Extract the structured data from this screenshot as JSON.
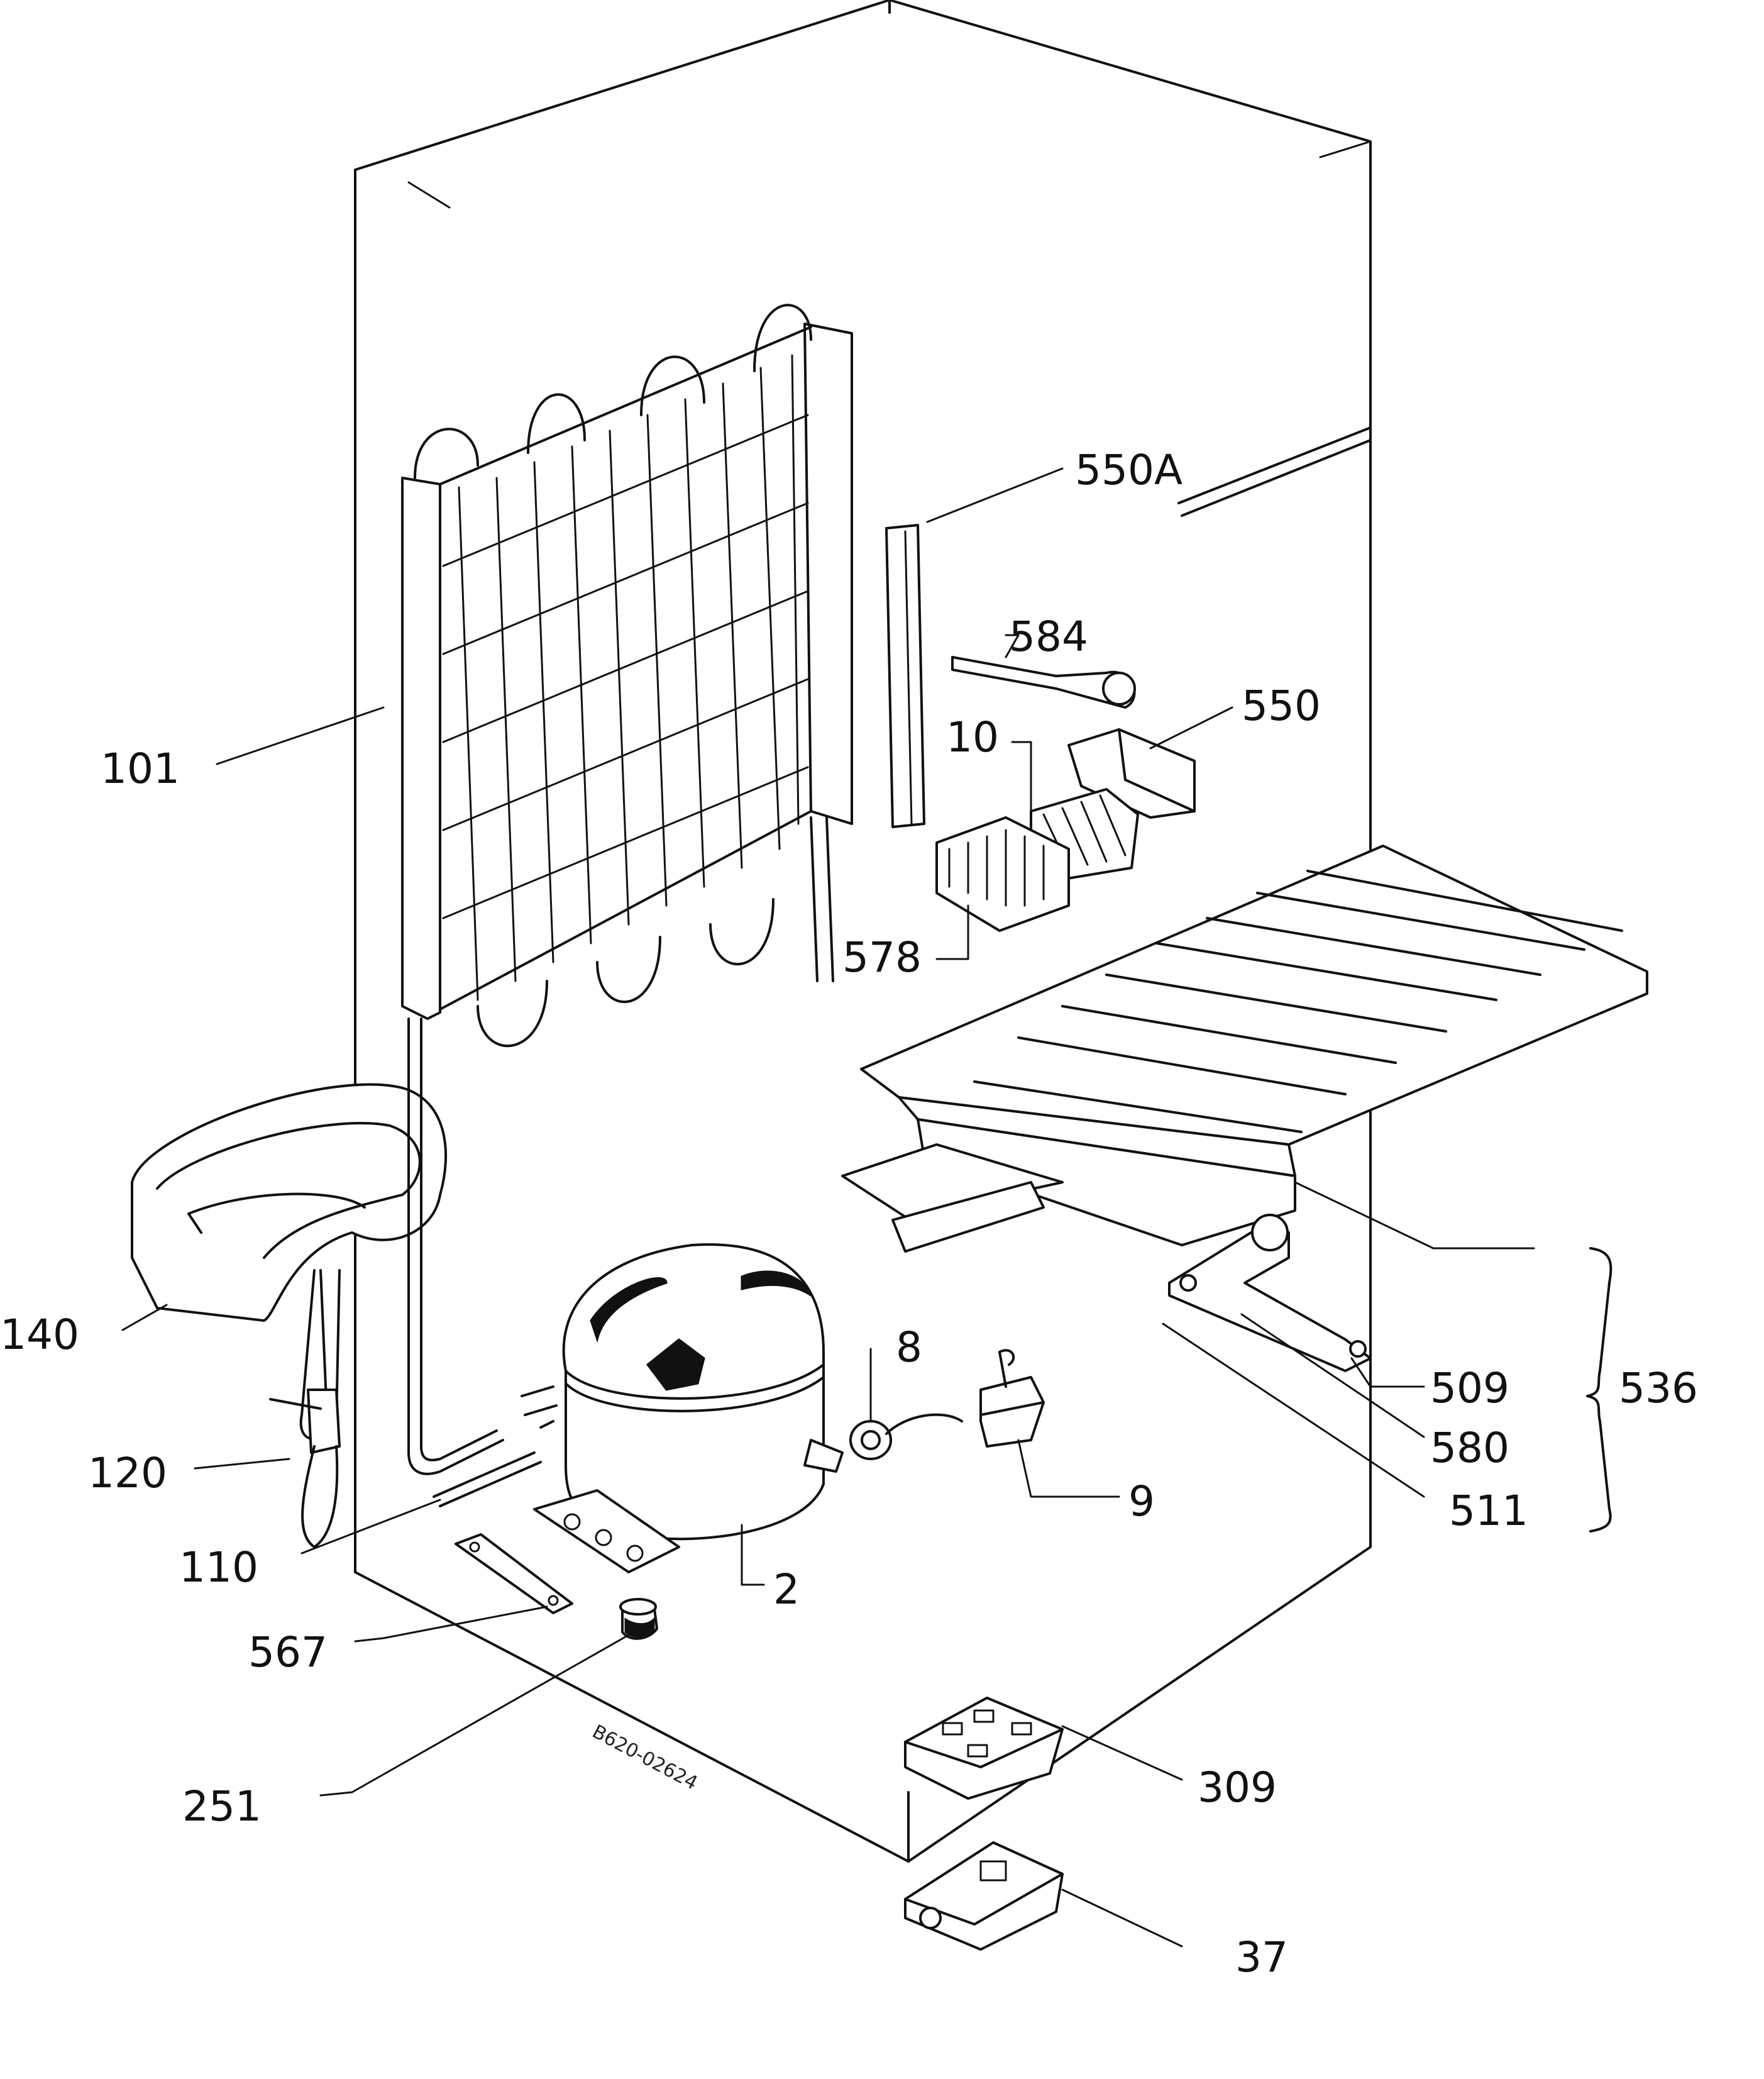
{
  "drawing_code": "B620-02624",
  "callouts": {
    "p550A": "550A",
    "p584": "584",
    "p550": "550",
    "p10": "10",
    "p101": "101",
    "p578": "578",
    "p140": "140",
    "p8": "8",
    "p509": "509",
    "p536": "536",
    "p580": "580",
    "p120": "120",
    "p9": "9",
    "p511": "511",
    "p110": "110",
    "p2": "2",
    "p567": "567",
    "p251": "251",
    "p309": "309",
    "p37": "37"
  }
}
